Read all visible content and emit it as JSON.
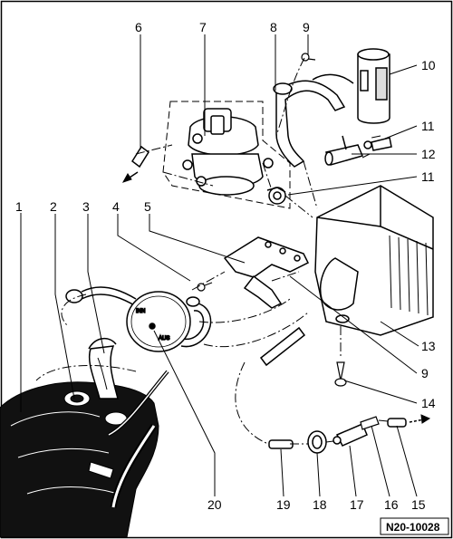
{
  "callouts": [
    {
      "id": "c1",
      "text": "1"
    },
    {
      "id": "c2",
      "text": "2"
    },
    {
      "id": "c3",
      "text": "3"
    },
    {
      "id": "c4",
      "text": "4"
    },
    {
      "id": "c5",
      "text": "5"
    },
    {
      "id": "c6",
      "text": "6"
    },
    {
      "id": "c7",
      "text": "7"
    },
    {
      "id": "c8",
      "text": "8"
    },
    {
      "id": "c9a",
      "text": "9"
    },
    {
      "id": "c10",
      "text": "10"
    },
    {
      "id": "c11a",
      "text": "11"
    },
    {
      "id": "c12",
      "text": "12"
    },
    {
      "id": "c11b",
      "text": "11"
    },
    {
      "id": "c13",
      "text": "13"
    },
    {
      "id": "c9b",
      "text": "9"
    },
    {
      "id": "c14",
      "text": "14"
    },
    {
      "id": "c15",
      "text": "15"
    },
    {
      "id": "c16",
      "text": "16"
    },
    {
      "id": "c17",
      "text": "17"
    },
    {
      "id": "c18",
      "text": "18"
    },
    {
      "id": "c19",
      "text": "19"
    },
    {
      "id": "c20",
      "text": "20"
    }
  ],
  "reference_code": "N20-10028"
}
